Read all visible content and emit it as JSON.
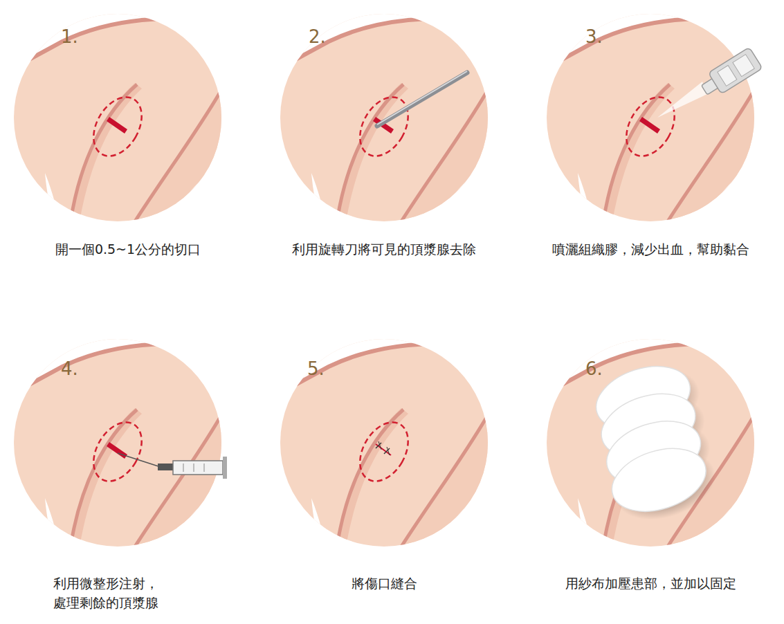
{
  "diagram": {
    "labels": [
      "1.",
      "開一個0.5~1公分的切口",
      "2.",
      "利用旋轉刀將可見的頂漿腺去除",
      "3.",
      "噴灑組織膠，減少出血，幫助黏合",
      "4.",
      "利用微整形注射， 處理剩餘的頂漿腺",
      "5.",
      "將傷口縫合",
      "6.",
      "用紗布加壓患部，並加以固定"
    ]
  }
}
